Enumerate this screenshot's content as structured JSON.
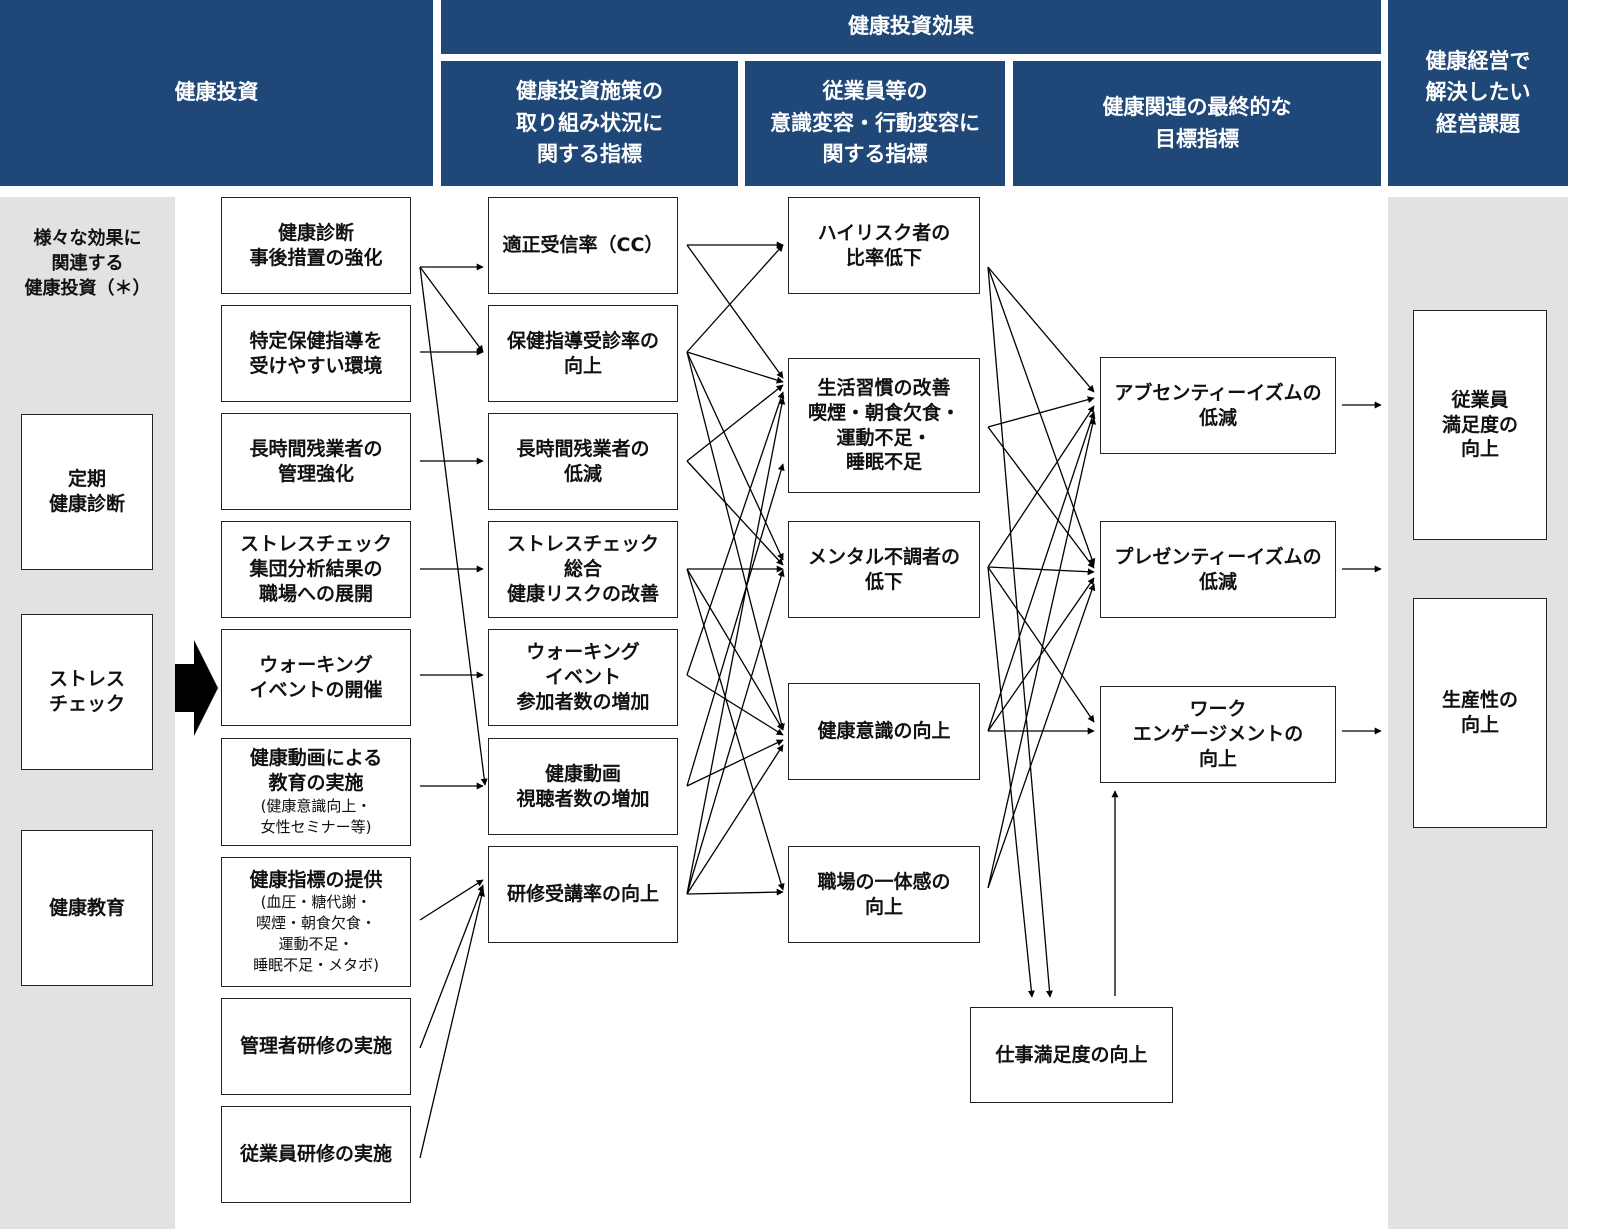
{
  "headers": {
    "investment": "健康投資",
    "effect": "健康投資効果",
    "col_indicators": "健康投資施策の\n取り組み状況に\n関する指標",
    "col_awareness": "従業員等の\n意識変容・行動変容に\n関する指標",
    "col_final": "健康関連の最終的な\n目標指標",
    "issues": "健康経営で\n解決したい\n経営課題"
  },
  "left": {
    "note": "様々な効果に\n関連する\n健康投資（＊）",
    "boxes": [
      "定期\n健康診断",
      "ストレス\nチェック",
      "健康教育"
    ]
  },
  "measures": [
    {
      "title": "健康診断\n事後措置の強化",
      "sub": ""
    },
    {
      "title": "特定保健指導を\n受けやすい環境",
      "sub": ""
    },
    {
      "title": "長時間残業者の\n管理強化",
      "sub": ""
    },
    {
      "title": "ストレスチェック\n集団分析結果の\n職場への展開",
      "sub": ""
    },
    {
      "title": "ウォーキング\nイベントの開催",
      "sub": ""
    },
    {
      "title": "健康動画による\n教育の実施",
      "sub": "(健康意識向上・\n女性セミナー等)"
    },
    {
      "title": "健康指標の提供",
      "sub": "(血圧・糖代謝・\n喫煙・朝食欠食・\n運動不足・\n睡眠不足・メタボ)"
    },
    {
      "title": "管理者研修の実施",
      "sub": ""
    },
    {
      "title": "従業員研修の実施",
      "sub": ""
    }
  ],
  "indicators": [
    "適正受信率（CC）",
    "保健指導受診率の\n向上",
    "長時間残業者の\n低減",
    "ストレスチェック\n総合\n健康リスクの改善",
    "ウォーキング\nイベント\n参加者数の増加",
    "健康動画\n視聴者数の増加",
    "研修受講率の向上"
  ],
  "awareness": [
    "ハイリスク者の\n比率低下",
    "生活習慣の改善\n喫煙・朝食欠食・\n運動不足・\n睡眠不足",
    "メンタル不調者の\n低下",
    "健康意識の向上",
    "職場の一体感の\n向上"
  ],
  "final": [
    "アブセンティーイズムの\n低減",
    "プレゼンティーイズムの\n低減",
    "ワーク\nエンゲージメントの\n向上"
  ],
  "job_satisfaction": "仕事満足度の向上",
  "issues": [
    "従業員\n満足度の\n向上",
    "生産性の\n向上"
  ]
}
